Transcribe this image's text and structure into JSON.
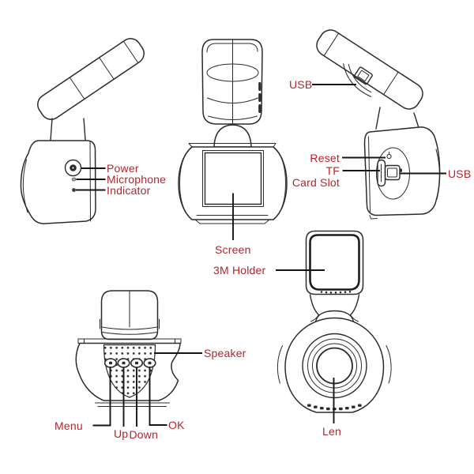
{
  "palette": {
    "background": "#ffffff",
    "label_text": "#b2262c",
    "line_art": "#2b2b2b",
    "leader_line": "#151515"
  },
  "callouts": {
    "left_side_view": {
      "power": "Power",
      "microphone": "Microphone",
      "indicator": "Indicator"
    },
    "front_view": {
      "screen": "Screen",
      "holder": "3M Holder"
    },
    "right_side_view": {
      "usb_mount": "USB",
      "reset": "Reset",
      "tf_line1": "TF",
      "tf_line2": "Card Slot",
      "usb_body": "USB"
    },
    "bottom_view": {
      "speaker": "Speaker",
      "menu": "Menu",
      "up": "Up",
      "down": "Down",
      "ok": "OK"
    },
    "lens_view": {
      "len": "Len"
    }
  }
}
